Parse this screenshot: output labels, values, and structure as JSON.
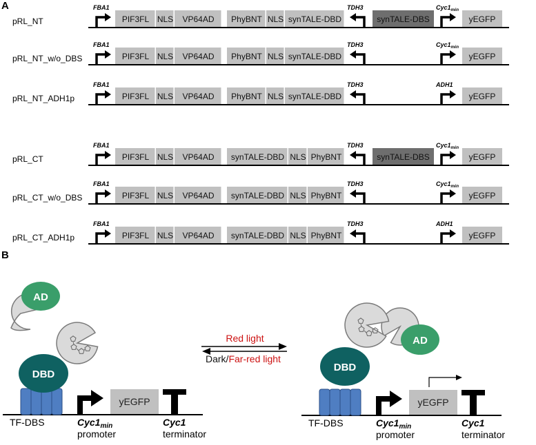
{
  "panel_a": {
    "label": "A",
    "constructs": [
      {
        "name": "pRL_NT",
        "promoter1": "FBA1",
        "block1": [
          "PIF3FL",
          "NLS",
          "VP64AD"
        ],
        "block2": [
          "PhyBNT",
          "NLS",
          "synTALE-DBD"
        ],
        "promoter2": "TDH3",
        "dbs": "synTALE-DBS",
        "promoter3": "Cyc1",
        "promoter3_sub": "min",
        "reporter": "yEGFP"
      },
      {
        "name": "pRL_NT_w/o_DBS",
        "promoter1": "FBA1",
        "block1": [
          "PIF3FL",
          "NLS",
          "VP64AD"
        ],
        "block2": [
          "PhyBNT",
          "NLS",
          "synTALE-DBD"
        ],
        "promoter2": "TDH3",
        "dbs": "",
        "promoter3": "Cyc1",
        "promoter3_sub": "min",
        "reporter": "yEGFP"
      },
      {
        "name": "pRL_NT_ADH1p",
        "promoter1": "FBA1",
        "block1": [
          "PIF3FL",
          "NLS",
          "VP64AD"
        ],
        "block2": [
          "PhyBNT",
          "NLS",
          "synTALE-DBD"
        ],
        "promoter2": "TDH3",
        "dbs": "",
        "promoter3": "ADH1",
        "promoter3_sub": "",
        "reporter": "yEGFP"
      },
      {
        "name": "pRL_CT",
        "promoter1": "FBA1",
        "block1": [
          "PIF3FL",
          "NLS",
          "VP64AD"
        ],
        "block2": [
          "synTALE-DBD",
          "NLS",
          "PhyBNT"
        ],
        "promoter2": "TDH3",
        "dbs": "synTALE-DBS",
        "promoter3": "Cyc1",
        "promoter3_sub": "min",
        "reporter": "yEGFP"
      },
      {
        "name": "pRL_CT_w/o_DBS",
        "promoter1": "FBA1",
        "block1": [
          "PIF3FL",
          "NLS",
          "VP64AD"
        ],
        "block2": [
          "synTALE-DBD",
          "NLS",
          "PhyBNT"
        ],
        "promoter2": "TDH3",
        "dbs": "",
        "promoter3": "Cyc1",
        "promoter3_sub": "min",
        "reporter": "yEGFP"
      },
      {
        "name": "pRL_CT_ADH1p",
        "promoter1": "FBA1",
        "block1": [
          "PIF3FL",
          "NLS",
          "VP64AD"
        ],
        "block2": [
          "synTALE-DBD",
          "NLS",
          "PhyBNT"
        ],
        "promoter2": "TDH3",
        "dbs": "",
        "promoter3": "ADH1",
        "promoter3_sub": "",
        "reporter": "yEGFP"
      }
    ]
  },
  "panel_b": {
    "label": "B",
    "ad_label": "AD",
    "dbd_label": "DBD",
    "reporter": "yEGFP",
    "tfdbs_label": "TF-DBS",
    "promoter_name": "Cyc1",
    "promoter_sub": "min",
    "promoter_word": "promoter",
    "terminator_name": "Cyc1",
    "terminator_word": "terminator",
    "forward_label": "Red light",
    "reverse_label_dark": "Dark/",
    "reverse_label_far": "Far-red light"
  },
  "colors": {
    "box": "#c0c0c0",
    "dbs": "#6e6e6e",
    "ad": "#3a9e6a",
    "dbd": "#0f6161",
    "tfdbs": "#4f7ec2",
    "light_red": "#cc1111",
    "pie": "#dadada"
  }
}
